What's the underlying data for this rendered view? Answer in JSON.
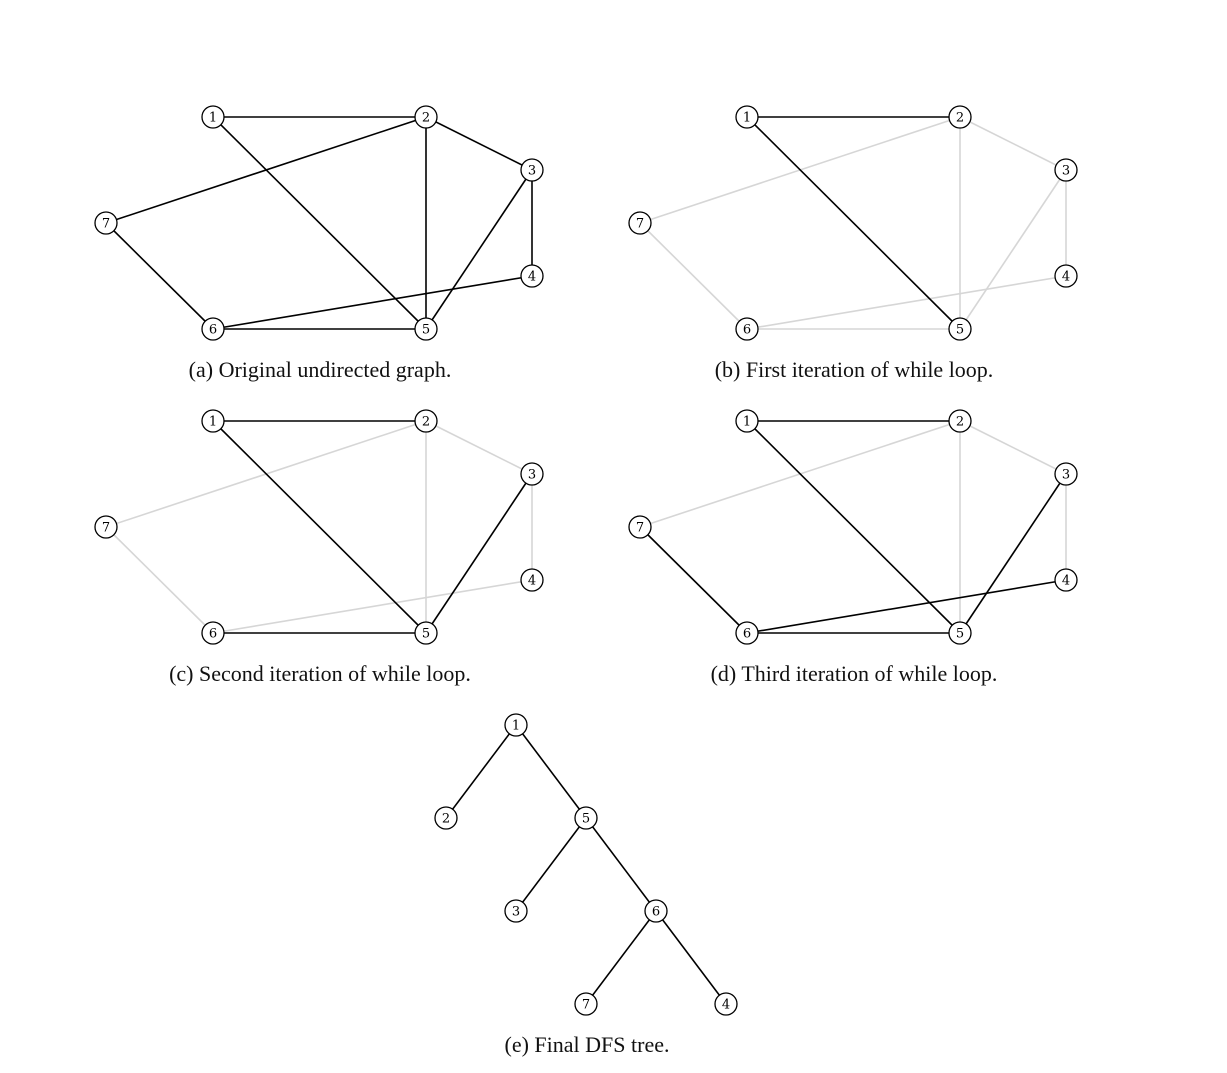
{
  "edge_colors": {
    "active": "#000000",
    "inactive": "#d6d6d6"
  },
  "graph": {
    "nodes": [
      "1",
      "2",
      "3",
      "4",
      "5",
      "6",
      "7"
    ],
    "edges": [
      [
        "1",
        "2"
      ],
      [
        "1",
        "5"
      ],
      [
        "2",
        "7"
      ],
      [
        "2",
        "3"
      ],
      [
        "2",
        "5"
      ],
      [
        "3",
        "4"
      ],
      [
        "3",
        "5"
      ],
      [
        "4",
        "6"
      ],
      [
        "5",
        "6"
      ],
      [
        "6",
        "7"
      ]
    ]
  },
  "panels": [
    {
      "id": "a",
      "caption": "(a) Original undirected graph.",
      "active_edges": [
        [
          "1",
          "2"
        ],
        [
          "1",
          "5"
        ],
        [
          "2",
          "7"
        ],
        [
          "2",
          "3"
        ],
        [
          "2",
          "5"
        ],
        [
          "3",
          "4"
        ],
        [
          "3",
          "5"
        ],
        [
          "4",
          "6"
        ],
        [
          "5",
          "6"
        ],
        [
          "6",
          "7"
        ]
      ]
    },
    {
      "id": "b",
      "caption": "(b) First iteration of while loop.",
      "active_edges": [
        [
          "1",
          "2"
        ],
        [
          "1",
          "5"
        ]
      ]
    },
    {
      "id": "c",
      "caption": "(c) Second iteration of while loop.",
      "active_edges": [
        [
          "1",
          "2"
        ],
        [
          "1",
          "5"
        ],
        [
          "3",
          "5"
        ],
        [
          "5",
          "6"
        ]
      ]
    },
    {
      "id": "d",
      "caption": "(d) Third iteration of while loop.",
      "active_edges": [
        [
          "1",
          "2"
        ],
        [
          "1",
          "5"
        ],
        [
          "3",
          "5"
        ],
        [
          "5",
          "6"
        ],
        [
          "4",
          "6"
        ],
        [
          "6",
          "7"
        ]
      ]
    }
  ],
  "tree": {
    "caption": "(e) Final DFS tree.",
    "root": "1",
    "edges": [
      [
        "1",
        "2"
      ],
      [
        "1",
        "5"
      ],
      [
        "5",
        "3"
      ],
      [
        "5",
        "6"
      ],
      [
        "6",
        "7"
      ],
      [
        "6",
        "4"
      ]
    ]
  }
}
